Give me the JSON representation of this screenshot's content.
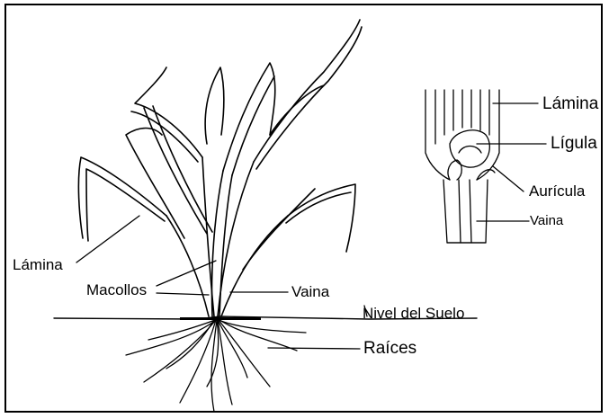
{
  "labels": {
    "plant_blade": "Lámina",
    "tillers": "Macollos",
    "plant_sheath": "Vaina",
    "ground_level": "Nivel del Suelo",
    "roots": "Raíces",
    "detail_blade": "Lámina",
    "ligule": "Lígula",
    "auricle": "Aurícula",
    "detail_sheath": "Vaina"
  },
  "colors": {
    "line": "#000000",
    "background": "#ffffff"
  }
}
